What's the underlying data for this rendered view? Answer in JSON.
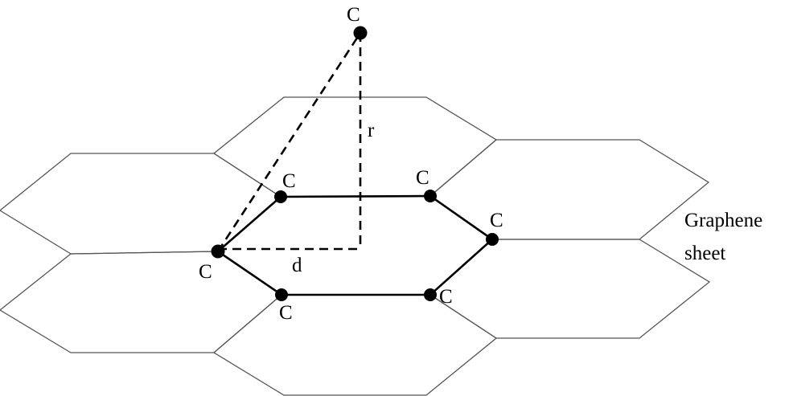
{
  "labels": {
    "atom": "C",
    "height": "r",
    "distance": "d",
    "sheet_line1": "Graphene",
    "sheet_line2": "sheet"
  },
  "colors": {
    "stroke": "#000000",
    "thin_stroke": "#555555",
    "background": "#ffffff"
  }
}
